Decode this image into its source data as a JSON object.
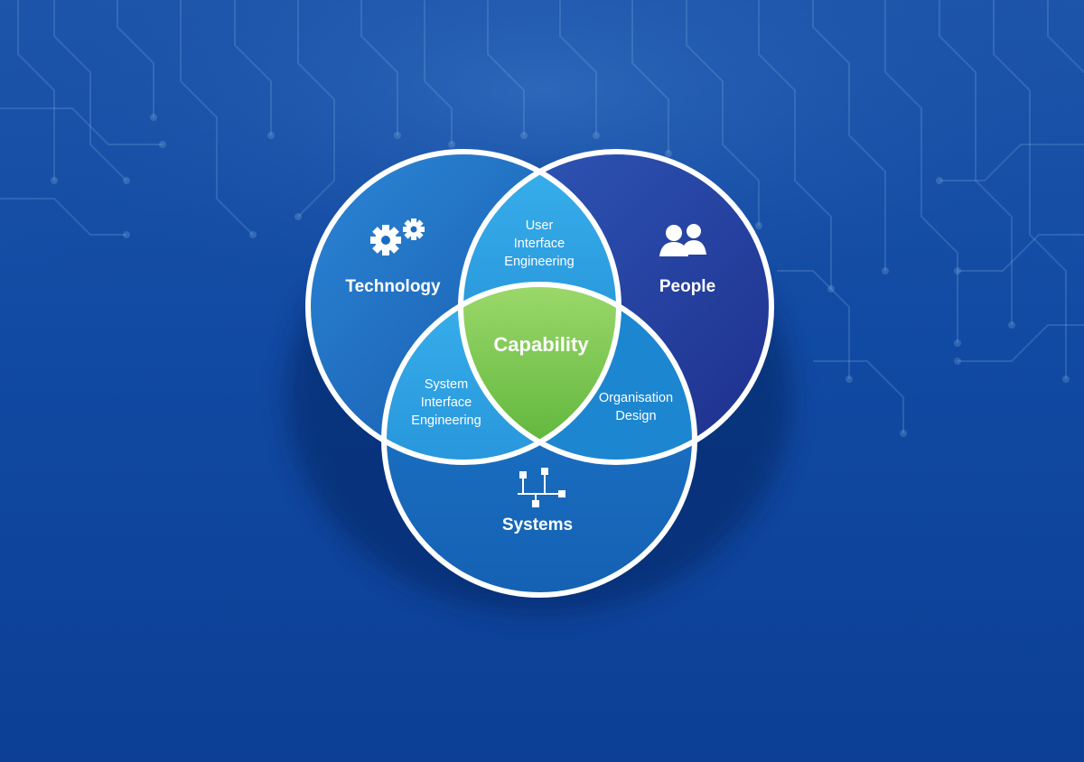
{
  "diagram": {
    "circles": {
      "technology": {
        "label": "Technology",
        "icon": "gears-icon"
      },
      "people": {
        "label": "People",
        "icon": "users-icon"
      },
      "systems": {
        "label": "Systems",
        "icon": "network-hierarchy-icon"
      }
    },
    "overlaps": {
      "technology_people": [
        "User",
        "Interface",
        "Engineering"
      ],
      "technology_systems": [
        "System",
        "Interface",
        "Engineering"
      ],
      "people_systems": [
        "Organisation",
        "Design"
      ]
    },
    "center": {
      "label": "Capability"
    }
  },
  "colors": {
    "background_top": "#1f5bb0",
    "background_bottom": "#0a3a8e",
    "circle_technology": "#1e6fc2",
    "circle_people": "#233c9e",
    "circle_systems": "#1a72c0",
    "overlap_light": "#2e9ee0",
    "center_green": "#6cc04a",
    "outline": "#ffffff"
  }
}
